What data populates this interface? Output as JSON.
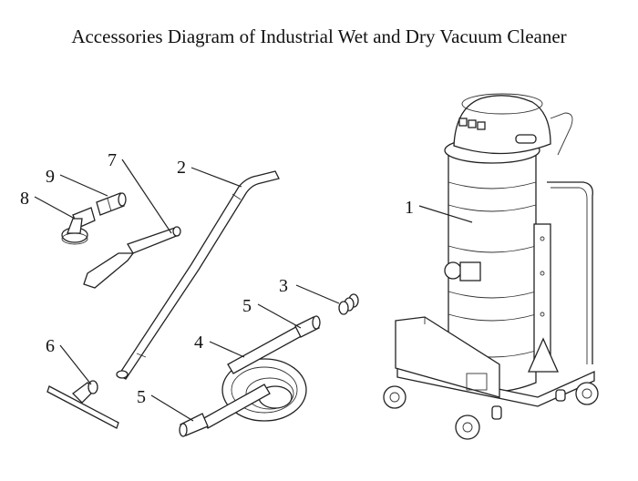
{
  "title": "Accessories Diagram of Industrial Wet and Dry Vacuum Cleaner",
  "parts": [
    {
      "number": "1",
      "name": "vacuum-cleaner-body"
    },
    {
      "number": "2",
      "name": "bent-extension-wand"
    },
    {
      "number": "3",
      "name": "hose-connector"
    },
    {
      "number": "4",
      "name": "suction-hose"
    },
    {
      "number": "5",
      "name": "hose-cuff-upper"
    },
    {
      "number": "5",
      "name": "hose-cuff-lower"
    },
    {
      "number": "6",
      "name": "floor-nozzle"
    },
    {
      "number": "7",
      "name": "crevice-tool"
    },
    {
      "number": "8",
      "name": "round-brush"
    },
    {
      "number": "9",
      "name": "adapter-tube"
    }
  ]
}
